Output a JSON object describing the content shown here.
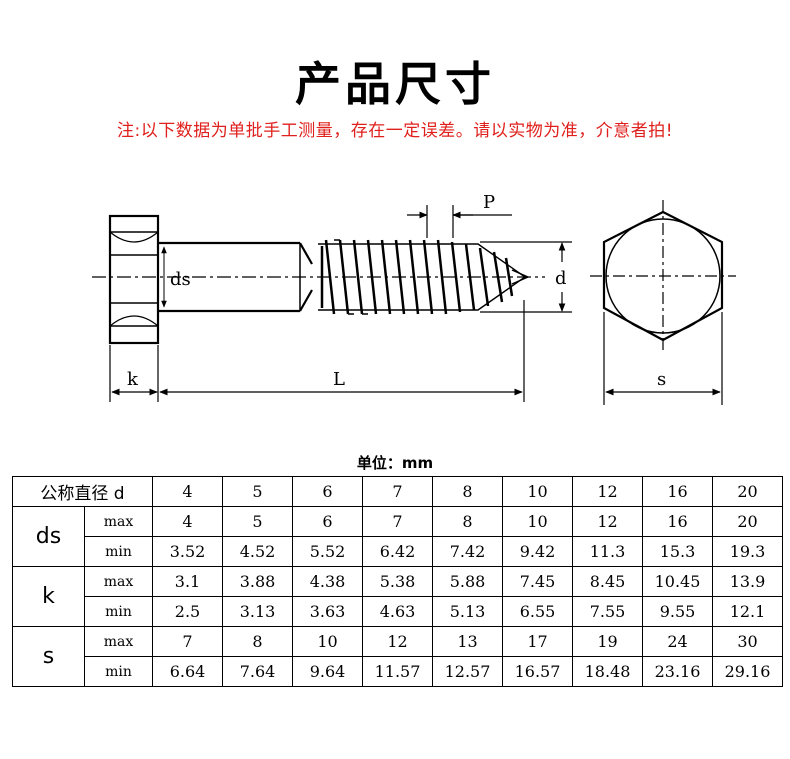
{
  "title": "产品尺寸",
  "note": "注:以下数据为单批手工测量，存在一定误差。请以实物为准，介意者拍!",
  "diagram": {
    "label_ds": "ds",
    "label_d": "d",
    "label_p": "P",
    "label_k": "k",
    "label_l": "L",
    "label_s": "s"
  },
  "unit": "单位：mm",
  "table": {
    "header_label": "公称直径 d",
    "sizes": [
      "4",
      "5",
      "6",
      "7",
      "8",
      "10",
      "12",
      "16",
      "20"
    ],
    "groups": [
      {
        "name": "ds",
        "rows": [
          {
            "label": "max",
            "values": [
              "4",
              "5",
              "6",
              "7",
              "8",
              "10",
              "12",
              "16",
              "20"
            ]
          },
          {
            "label": "min",
            "values": [
              "3.52",
              "4.52",
              "5.52",
              "6.42",
              "7.42",
              "9.42",
              "11.3",
              "15.3",
              "19.3"
            ]
          }
        ]
      },
      {
        "name": "k",
        "rows": [
          {
            "label": "max",
            "values": [
              "3.1",
              "3.88",
              "4.38",
              "5.38",
              "5.88",
              "7.45",
              "8.45",
              "10.45",
              "13.9"
            ]
          },
          {
            "label": "min",
            "values": [
              "2.5",
              "3.13",
              "3.63",
              "4.63",
              "5.13",
              "6.55",
              "7.55",
              "9.55",
              "12.1"
            ]
          }
        ]
      },
      {
        "name": "s",
        "rows": [
          {
            "label": "max",
            "values": [
              "7",
              "8",
              "10",
              "12",
              "13",
              "17",
              "19",
              "24",
              "30"
            ]
          },
          {
            "label": "min",
            "values": [
              "6.64",
              "7.64",
              "9.64",
              "11.57",
              "12.57",
              "16.57",
              "18.48",
              "23.16",
              "29.16"
            ]
          }
        ]
      }
    ]
  }
}
